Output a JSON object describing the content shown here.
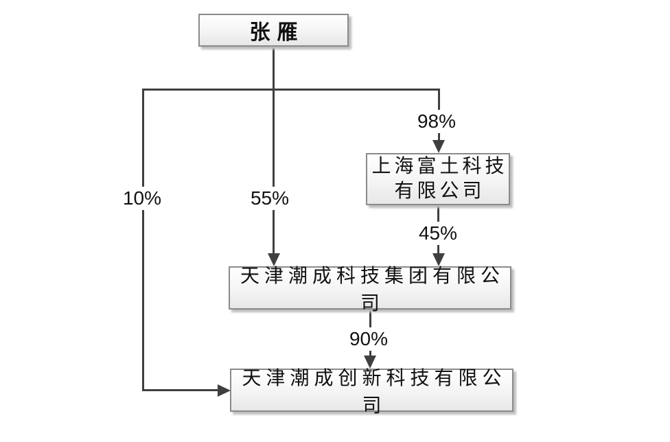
{
  "diagram": {
    "type": "ownership-structure-chart",
    "nodes": {
      "zhang_yan": {
        "label": "张雁"
      },
      "shanghai": {
        "lines": [
          "上海富土科技",
          "有限公司"
        ]
      },
      "tianjin_group": {
        "label": "天津潮成科技集团有限公司"
      },
      "tianjin_innovation": {
        "label": "天津潮成创新科技有限公司"
      }
    },
    "edges": [
      {
        "from": "zhang_yan",
        "to": "shanghai",
        "label": "98%"
      },
      {
        "from": "zhang_yan",
        "to": "tianjin_group",
        "label": "55%"
      },
      {
        "from": "zhang_yan",
        "to": "tianjin_innovation",
        "label": "10%"
      },
      {
        "from": "shanghai",
        "to": "tianjin_group",
        "label": "45%"
      },
      {
        "from": "tianjin_group",
        "to": "tianjin_innovation",
        "label": "90%"
      }
    ],
    "colors": {
      "line": "#3f3f3f",
      "box_border": "#8a8a8a",
      "box_fill_top": "#ffffff",
      "box_fill_bottom": "#e7e7e7",
      "shadow": "#bdbdbd",
      "text": "#111111",
      "background": "#ffffff"
    }
  }
}
